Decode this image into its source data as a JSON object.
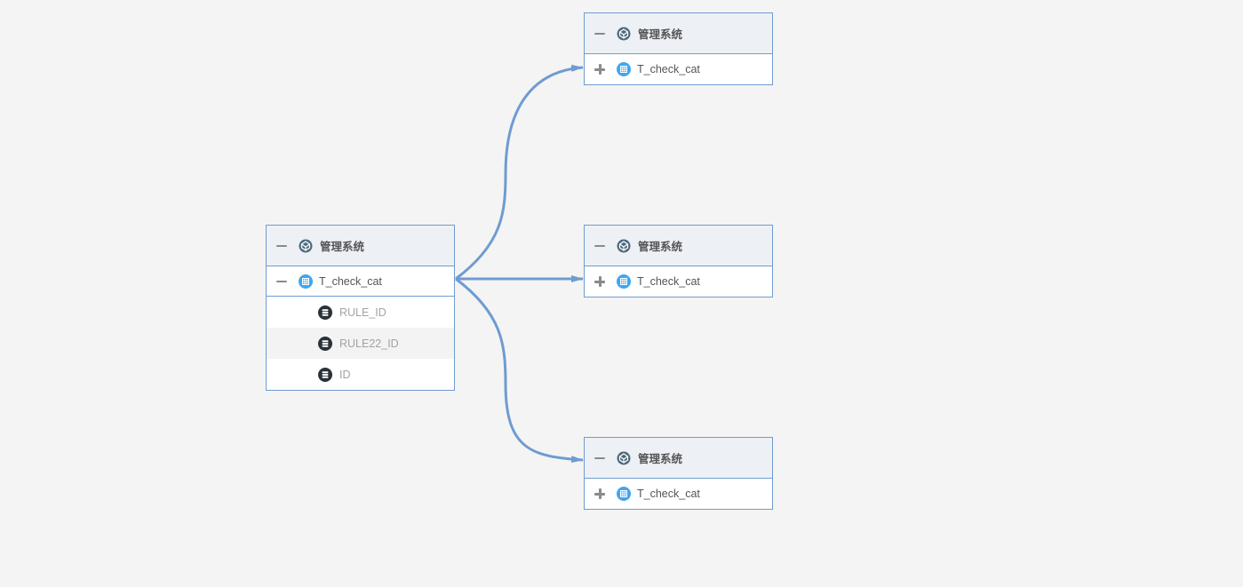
{
  "colors": {
    "background": "#f4f4f5",
    "border": "#6f9bd0",
    "edge": "#6f9bd0",
    "header_bg": "#edf1f6",
    "table_icon": "#3fa6f0",
    "field_icon": "#2b3138",
    "system_icon": "#4f6a7e"
  },
  "source": {
    "system_label": "管理系统",
    "system_toggle": "collapse",
    "table_label": "T_check_cat",
    "table_toggle": "collapse",
    "fields": [
      "RULE_ID",
      "RULE22_ID",
      "ID"
    ]
  },
  "targets": [
    {
      "system_label": "管理系统",
      "system_toggle": "collapse",
      "table_label": "T_check_cat",
      "table_toggle": "expand"
    },
    {
      "system_label": "管理系统",
      "system_toggle": "collapse",
      "table_label": "T_check_cat",
      "table_toggle": "expand"
    },
    {
      "system_label": "管理系统",
      "system_toggle": "collapse",
      "table_label": "T_check_cat",
      "table_toggle": "expand"
    }
  ],
  "icons": {
    "system": "system-icon",
    "table": "table-icon",
    "field": "field-icon",
    "collapse": "minus-icon",
    "expand": "plus-icon"
  }
}
